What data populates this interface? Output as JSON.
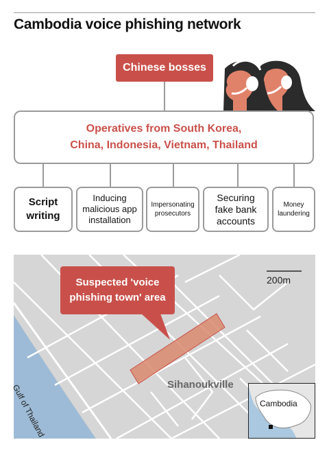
{
  "title": "Cambodia voice phishing network",
  "org": {
    "top": "Chinese bosses",
    "middle_line1": "Operatives from South Korea,",
    "middle_line2": "China, Indonesia, Vietnam, Thailand",
    "tasks": [
      {
        "line1": "Script",
        "line2": "writing",
        "line3": ""
      },
      {
        "line1": "Inducing",
        "line2": "malicious app",
        "line3": "installation"
      },
      {
        "line1": "Impersonating",
        "line2": "prosecutors",
        "line3": ""
      },
      {
        "line1": "Securing",
        "line2": "fake bank",
        "line3": "accounts"
      },
      {
        "line1": "Money",
        "line2": "laundering",
        "line3": ""
      }
    ]
  },
  "map": {
    "callout_line1": "Suspected 'voice",
    "callout_line2": "phishing town' area",
    "scale": "200m",
    "city": "Sihanoukville",
    "sea": "Gulf of Thailand",
    "inset_country": "Cambodia"
  },
  "colors": {
    "accent": "#c9504a",
    "skin": "#e0826a",
    "hair": "#2b2b2b",
    "water": "#9dbbd6",
    "land": "#d6d6d6"
  }
}
